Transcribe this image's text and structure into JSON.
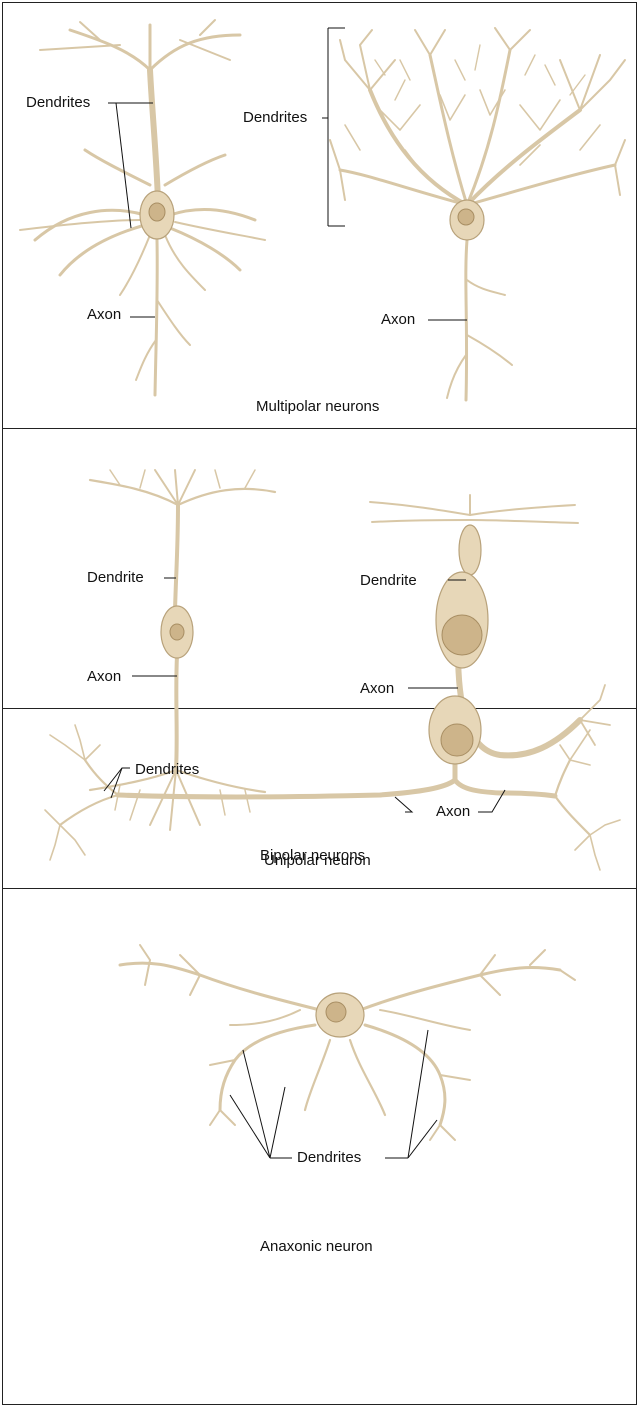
{
  "colors": {
    "process": "#d8c7a6",
    "process_edge": "#b8a27b",
    "soma": "#e7d7b8",
    "nucleus": "#cdb48a",
    "leader": "#111111",
    "border": "#222222"
  },
  "panels": {
    "multipolar": {
      "caption": "Multipolar neurons",
      "labels": {
        "dendrites_left": "Dendrites",
        "dendrites_right": "Dendrites",
        "axon_left": "Axon",
        "axon_right": "Axon"
      }
    },
    "bipolar": {
      "caption": "Bipolar neurons",
      "labels": {
        "dendrite_left": "Dendrite",
        "dendrite_right": "Dendrite",
        "axon_left": "Axon",
        "axon_right": "Axon"
      }
    },
    "unipolar": {
      "caption": "Unipolar neuron",
      "labels": {
        "dendrites": "Dendrites",
        "axon": "Axon"
      }
    },
    "anaxonic": {
      "caption": "Anaxonic neuron",
      "labels": {
        "dendrites": "Dendrites"
      }
    }
  }
}
